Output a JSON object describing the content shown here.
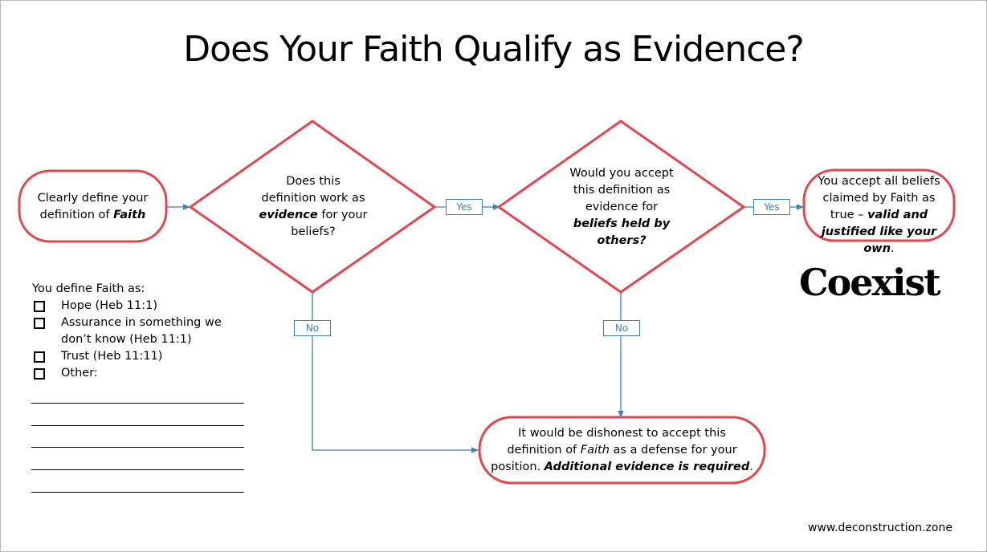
{
  "title": "Does Your Faith Qualify as Evidence?",
  "colors": {
    "shape_stroke": "#e2474f",
    "connector": "#3d7fb5"
  },
  "nodes": {
    "start": {
      "line1": "Clearly define your",
      "line2_prefix": "definition of ",
      "line2_emph": "Faith"
    },
    "decision1": {
      "line1": "Does this",
      "line2": "definition work as",
      "line3_emph": "evidence",
      "line3_rest": " for your",
      "line4": "beliefs?"
    },
    "decision2": {
      "line1": "Would you accept",
      "line2": "this definition as",
      "line3": "evidence for",
      "line4_emph": "beliefs held by",
      "line5_emph": "others?"
    },
    "accept": {
      "line1": "You accept all beliefs",
      "line2": "claimed by Faith as",
      "line3_prefix": "true – ",
      "line3_emph": "valid and",
      "line4_emph": "justified like your own",
      "line4_end": "."
    },
    "dishonest": {
      "line1": "It would be dishonest to accept this",
      "line2_prefix": "definition of ",
      "line2_emph": "Faith",
      "line2_rest": " as a defense for your",
      "line3_prefix": "position. ",
      "line3_emph": "Additional evidence is required",
      "line3_end": "."
    }
  },
  "edges": {
    "yes1": "Yes",
    "yes2": "Yes",
    "no1": "No",
    "no2": "No"
  },
  "checklist": {
    "heading": "You define Faith as:",
    "options": [
      {
        "label": "Hope (Heb 11:1)"
      },
      {
        "label": "Assurance in something we don’t know (Heb 11:1)"
      },
      {
        "label": "Trust (Heb 11:11)"
      },
      {
        "label": "Other:"
      }
    ]
  },
  "logo": {
    "text": "Coexist",
    "icon": "coexist-symbols-icon"
  },
  "footer": {
    "website": "www.deconstruction.zone"
  }
}
